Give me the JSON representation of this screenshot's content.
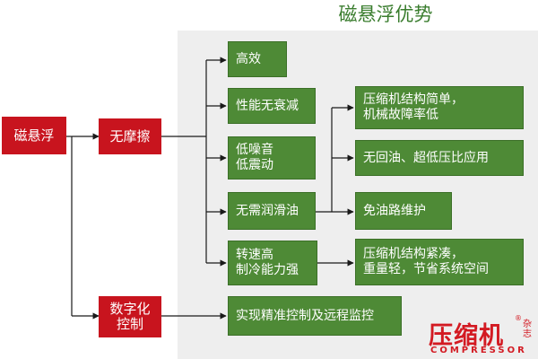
{
  "title": "磁悬浮优势",
  "colors": {
    "root": "#c8141e",
    "node": "#4e8a36",
    "panel": "#eeeeee",
    "line": "#1a1a1a",
    "brand": "#d31a22"
  },
  "nodes": {
    "root": "磁悬浮",
    "wumoca": "无摩擦",
    "shuzihua": "数字化\n控制",
    "gaoxiao": "高效",
    "xingneng": "性能无衰减",
    "dizaoyin": "低噪音\n低震动",
    "wuxu": "无需润滑油",
    "zhuansu": "转速高\n制冷能力强",
    "shixian": "实现精准控制及远程监控",
    "jiegou": "压缩机结构简单，\n机械故障率低",
    "wuhuiyou": "无回油、超低压比应用",
    "mianyoulu": "免油路维护",
    "jincou": "压缩机结构紧凑，\n重量轻，节省系统空间"
  },
  "logo": {
    "cn": "压缩机",
    "side": "杂志",
    "en": "COMPRESSOR",
    "reg": "®"
  }
}
